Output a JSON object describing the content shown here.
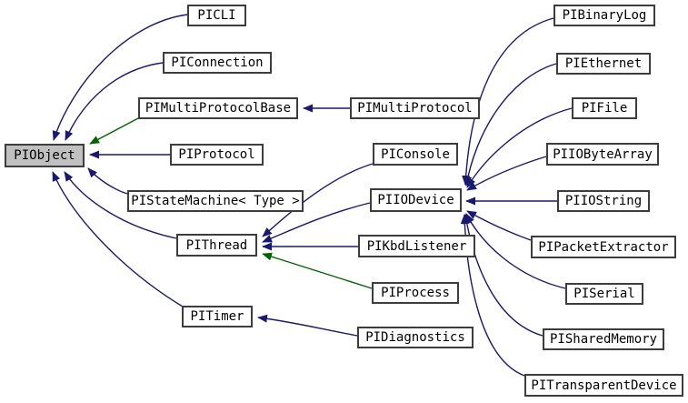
{
  "diagram": {
    "type": "inheritance-graph",
    "selected_node": "PIObject",
    "colors": {
      "public_inheritance_edge": "#191970",
      "protected_inheritance_edge": "#006400",
      "node_background": "#ffffff",
      "selected_node_background": "#c0c0c0",
      "node_border": "#3d3d3d",
      "node_text": "#000000"
    },
    "nodes": [
      {
        "id": "PIObject",
        "label": "PIObject"
      },
      {
        "id": "PICLI",
        "label": "PICLI"
      },
      {
        "id": "PIConnection",
        "label": "PIConnection"
      },
      {
        "id": "PIMultiProtocolBase",
        "label": "PIMultiProtocolBase"
      },
      {
        "id": "PIMultiProtocol",
        "label": "PIMultiProtocol"
      },
      {
        "id": "PIProtocol",
        "label": "PIProtocol"
      },
      {
        "id": "PIStateMachine",
        "label": "PIStateMachine< Type >"
      },
      {
        "id": "PIThread",
        "label": "PIThread"
      },
      {
        "id": "PIConsole",
        "label": "PIConsole"
      },
      {
        "id": "PIIODevice",
        "label": "PIIODevice"
      },
      {
        "id": "PIKbdListener",
        "label": "PIKbdListener"
      },
      {
        "id": "PIProcess",
        "label": "PIProcess"
      },
      {
        "id": "PITimer",
        "label": "PITimer"
      },
      {
        "id": "PIDiagnostics",
        "label": "PIDiagnostics"
      },
      {
        "id": "PIBinaryLog",
        "label": "PIBinaryLog"
      },
      {
        "id": "PIEthernet",
        "label": "PIEthernet"
      },
      {
        "id": "PIFile",
        "label": "PIFile"
      },
      {
        "id": "PIIOByteArray",
        "label": "PIIOByteArray"
      },
      {
        "id": "PIIOString",
        "label": "PIIOString"
      },
      {
        "id": "PIPacketExtractor",
        "label": "PIPacketExtractor"
      },
      {
        "id": "PISerial",
        "label": "PISerial"
      },
      {
        "id": "PISharedMemory",
        "label": "PISharedMemory"
      },
      {
        "id": "PITransparentDevice",
        "label": "PITransparentDevice"
      }
    ],
    "edges": [
      {
        "from": "PICLI",
        "to": "PIObject",
        "type": "public"
      },
      {
        "from": "PIConnection",
        "to": "PIObject",
        "type": "public"
      },
      {
        "from": "PIMultiProtocolBase",
        "to": "PIObject",
        "type": "protected"
      },
      {
        "from": "PIProtocol",
        "to": "PIObject",
        "type": "public"
      },
      {
        "from": "PIStateMachine",
        "to": "PIObject",
        "type": "public"
      },
      {
        "from": "PIThread",
        "to": "PIObject",
        "type": "public"
      },
      {
        "from": "PITimer",
        "to": "PIObject",
        "type": "public"
      },
      {
        "from": "PIMultiProtocol",
        "to": "PIMultiProtocolBase",
        "type": "public"
      },
      {
        "from": "PIConsole",
        "to": "PIThread",
        "type": "public"
      },
      {
        "from": "PIIODevice",
        "to": "PIThread",
        "type": "public"
      },
      {
        "from": "PIKbdListener",
        "to": "PIThread",
        "type": "public"
      },
      {
        "from": "PIProcess",
        "to": "PIThread",
        "type": "protected"
      },
      {
        "from": "PIDiagnostics",
        "to": "PITimer",
        "type": "public"
      },
      {
        "from": "PIBinaryLog",
        "to": "PIIODevice",
        "type": "public"
      },
      {
        "from": "PIEthernet",
        "to": "PIIODevice",
        "type": "public"
      },
      {
        "from": "PIFile",
        "to": "PIIODevice",
        "type": "public"
      },
      {
        "from": "PIIOByteArray",
        "to": "PIIODevice",
        "type": "public"
      },
      {
        "from": "PIIOString",
        "to": "PIIODevice",
        "type": "public"
      },
      {
        "from": "PIPacketExtractor",
        "to": "PIIODevice",
        "type": "public"
      },
      {
        "from": "PISerial",
        "to": "PIIODevice",
        "type": "public"
      },
      {
        "from": "PISharedMemory",
        "to": "PIIODevice",
        "type": "public"
      },
      {
        "from": "PITransparentDevice",
        "to": "PIIODevice",
        "type": "public"
      }
    ]
  }
}
